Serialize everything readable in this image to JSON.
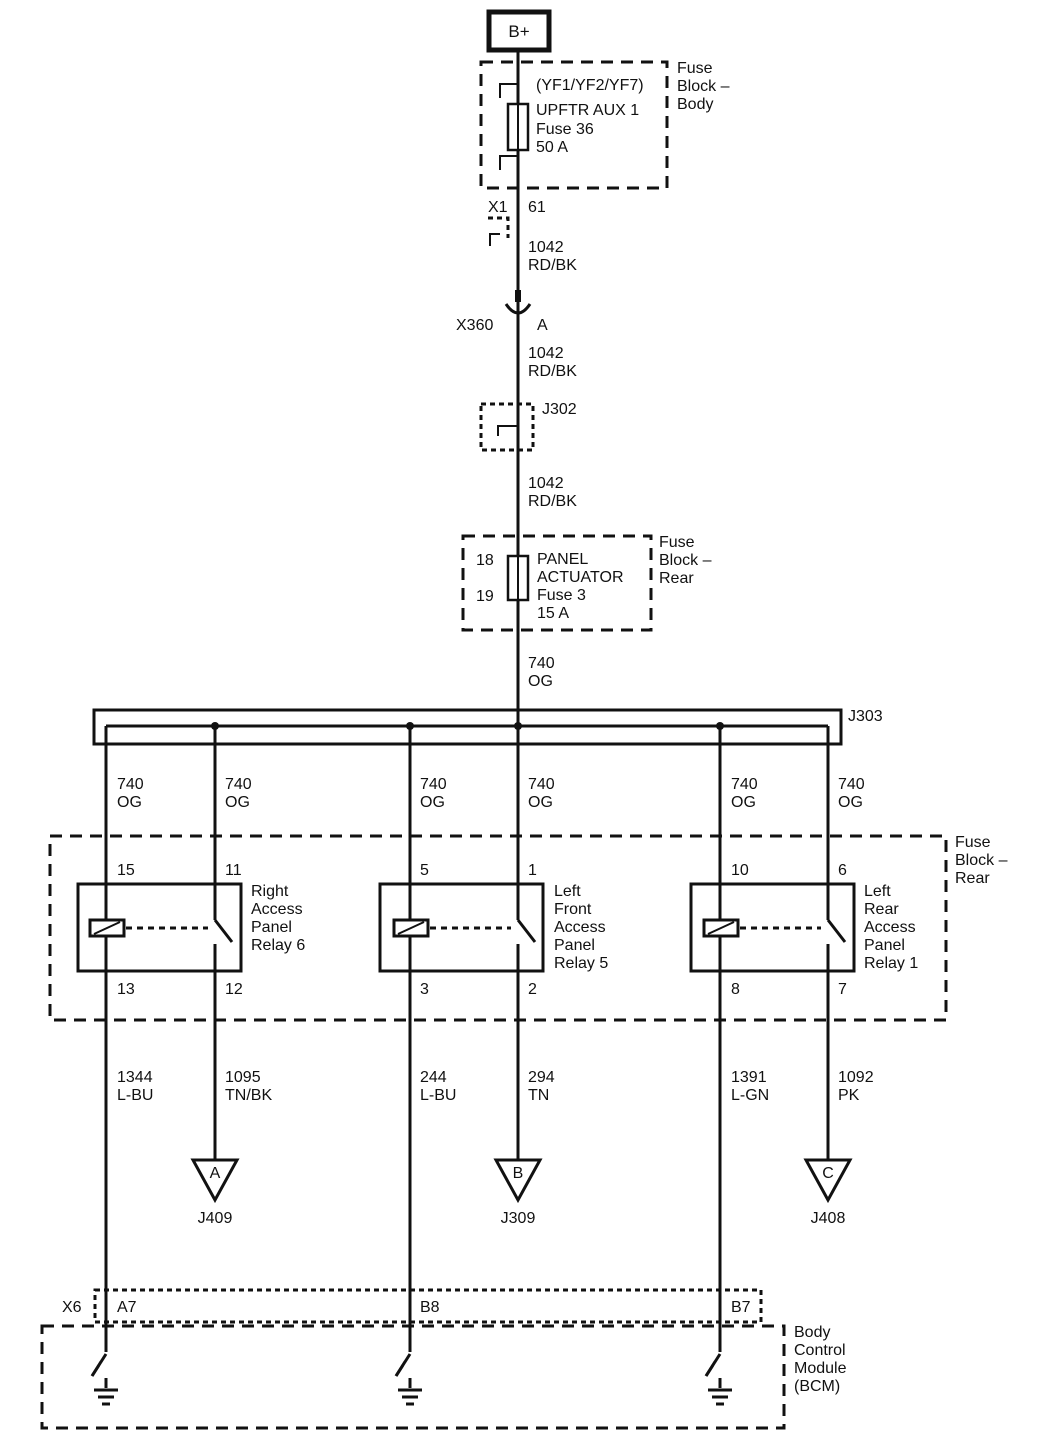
{
  "source": {
    "label": "B+"
  },
  "fuse_block_body": {
    "title_lines": [
      "Fuse",
      "Block –",
      "Body"
    ],
    "options": "(YF1/YF2/YF7)",
    "fuse_lines": [
      "UPFTR AUX 1",
      "Fuse 36",
      "50 A"
    ]
  },
  "connector_x1": {
    "name": "X1",
    "pin": "61"
  },
  "wire_1042_a": {
    "circuit": "1042",
    "color": "RD/BK"
  },
  "connector_x360": {
    "name": "X360",
    "pin": "A"
  },
  "wire_1042_b": {
    "circuit": "1042",
    "color": "RD/BK"
  },
  "splice_j302": {
    "name": "J302"
  },
  "wire_1042_c": {
    "circuit": "1042",
    "color": "RD/BK"
  },
  "fuse_block_rear_top": {
    "title_lines": [
      "Fuse",
      "Block –",
      "Rear"
    ],
    "pin_in": "18",
    "pin_out": "19",
    "fuse_lines": [
      "PANEL",
      "ACTUATOR",
      "Fuse 3",
      "15 A"
    ]
  },
  "wire_740_main": {
    "circuit": "740",
    "color": "OG"
  },
  "splice_j303": {
    "name": "J303"
  },
  "branch_wires": [
    {
      "circuit": "740",
      "color": "OG"
    },
    {
      "circuit": "740",
      "color": "OG"
    },
    {
      "circuit": "740",
      "color": "OG"
    },
    {
      "circuit": "740",
      "color": "OG"
    },
    {
      "circuit": "740",
      "color": "OG"
    },
    {
      "circuit": "740",
      "color": "OG"
    }
  ],
  "fuse_block_rear_relays": {
    "title_lines": [
      "Fuse",
      "Block –",
      "Rear"
    ]
  },
  "relays": [
    {
      "label_lines": [
        "Right",
        "Access",
        "Panel",
        "Relay 6"
      ],
      "coil_in": "15",
      "switch_in": "11",
      "coil_out": "13",
      "switch_out": "12"
    },
    {
      "label_lines": [
        "Left",
        "Front",
        "Access",
        "Panel",
        "Relay 5"
      ],
      "coil_in": "5",
      "switch_in": "1",
      "coil_out": "3",
      "switch_out": "2"
    },
    {
      "label_lines": [
        "Left",
        "Rear",
        "Access",
        "Panel",
        "Relay 1"
      ],
      "coil_in": "10",
      "switch_in": "6",
      "coil_out": "8",
      "switch_out": "7"
    }
  ],
  "output_wires": [
    {
      "circuit": "1344",
      "color": "L-BU"
    },
    {
      "circuit": "1095",
      "color": "TN/BK"
    },
    {
      "circuit": "244",
      "color": "L-BU"
    },
    {
      "circuit": "294",
      "color": "TN"
    },
    {
      "circuit": "1391",
      "color": "L-GN"
    },
    {
      "circuit": "1092",
      "color": "PK"
    }
  ],
  "references": [
    {
      "letter": "A",
      "splice": "J409"
    },
    {
      "letter": "B",
      "splice": "J309"
    },
    {
      "letter": "C",
      "splice": "J408"
    }
  ],
  "connector_x6": {
    "name": "X6",
    "pins": [
      "A7",
      "B8",
      "B7"
    ]
  },
  "bcm": {
    "title_lines": [
      "Body",
      "Control",
      "Module",
      "(BCM)"
    ]
  }
}
